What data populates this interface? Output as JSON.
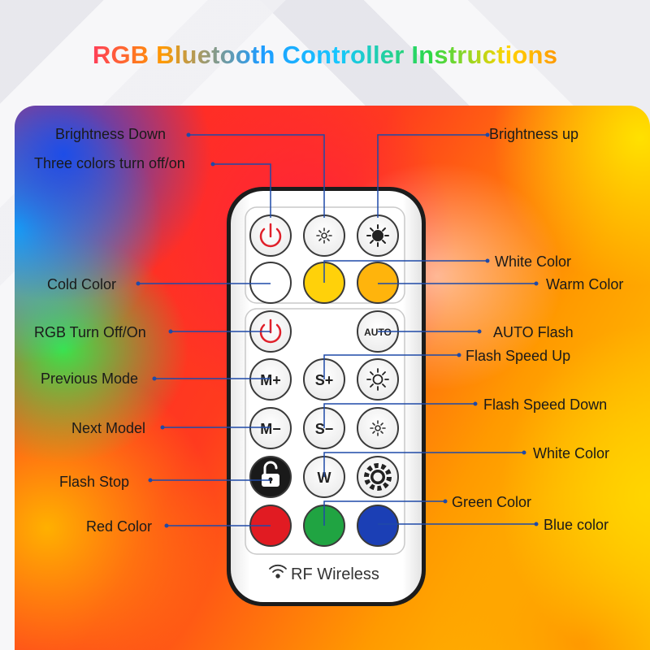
{
  "title": "RGB Bluetooth Controller Instructions",
  "remote": {
    "footer_label": "RF Wireless",
    "footer_icon": "wifi-signal-icon",
    "buttons": {
      "power_top": {
        "icon": "power-icon",
        "color": "#e0202a"
      },
      "brightness_down": {
        "icon": "sun-small-icon"
      },
      "brightness_up": {
        "icon": "sun-large-icon"
      },
      "cold": {
        "color": "#ffffff"
      },
      "white": {
        "color": "#ffd10a"
      },
      "warm": {
        "color": "#ffb40c"
      },
      "rgb_power": {
        "icon": "power-icon",
        "color": "#e0202a"
      },
      "auto": {
        "label": "AUTO"
      },
      "m_plus": {
        "label": "M+"
      },
      "s_plus": {
        "label": "S+"
      },
      "sun_mid": {
        "icon": "sun-large-icon"
      },
      "m_minus": {
        "label": "M−"
      },
      "s_minus": {
        "label": "S−"
      },
      "sun_small2": {
        "icon": "sun-small-icon"
      },
      "stop": {
        "icon": "unlock-icon"
      },
      "w": {
        "label": "W"
      },
      "gear": {
        "icon": "gear-icon"
      },
      "red": {
        "color": "#e11b22"
      },
      "green": {
        "color": "#20a442"
      },
      "blue": {
        "color": "#1b3fb5"
      }
    }
  },
  "labels": {
    "brightness_down": "Brightness Down",
    "three_colors": "Three colors turn off/on",
    "brightness_up": "Brightness up",
    "cold_color": "Cold Color",
    "white_color_top": "White Color",
    "warm_color": "Warm Color",
    "rgb_turn": "RGB Turn Off/On",
    "auto_flash": "AUTO Flash",
    "flash_speed_up": "Flash Speed Up",
    "previous_mode": "Previous Mode",
    "flash_speed_down": "Flash Speed Down",
    "next_model": "Next Model",
    "white_color_w": "White Color",
    "flash_stop": "Flash Stop",
    "green_color": "Green Color",
    "red_color": "Red Color",
    "blue_color": "Blue color"
  },
  "colors": {
    "leader_line": "#1f4aa8"
  }
}
